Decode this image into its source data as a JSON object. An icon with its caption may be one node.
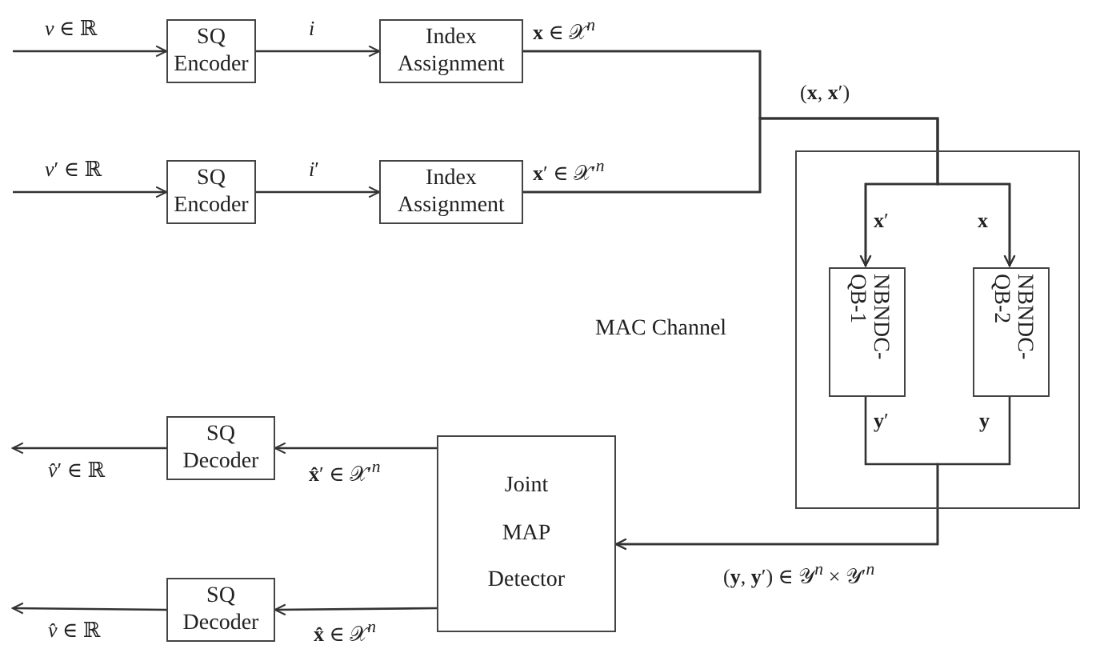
{
  "diagram": {
    "nodes": [
      {
        "text": [
          "SQ Encoder"
        ]
      },
      {
        "text": [
          "Index Assignment"
        ]
      },
      {
        "text": [
          "SQ Encoder"
        ]
      },
      {
        "text": [
          "Index Assignment"
        ]
      },
      {
        "text": [
          "MAC Channel"
        ]
      },
      {
        "text": [
          "NBNDC- QB-1"
        ],
        "in": 4
      },
      {
        "text": [
          "NBNDC- QB-2"
        ],
        "in": 4
      },
      {
        "text": [
          "Joint MAP Detector"
        ]
      },
      {
        "text": [
          "SQ Decoder"
        ]
      },
      {
        "text": [
          "SQ Decoder"
        ]
      }
    ],
    "edges": [
      {
        "from": null,
        "to": 0,
        "arrow": "to",
        "label": "*v* ∈ ℝ"
      },
      {
        "from": 0,
        "to": 1,
        "arrow": "to",
        "label": "*i*"
      },
      {
        "from": null,
        "to": 2,
        "arrow": "to",
        "label": "*v*′ ∈ ℝ"
      },
      {
        "from": 2,
        "to": 3,
        "arrow": "to",
        "label": "*i*′"
      },
      {
        "from": 1,
        "to": 5,
        "arrow": "to"
      },
      {
        "from": 1,
        "to": 6,
        "arrow": "to",
        "label": "**x** ∈ 𝒳$^{n}$"
      },
      {
        "from": 3,
        "to": 5,
        "arrow": "to",
        "label": "**x**′ ∈ 𝒳′$^{n}$"
      },
      {
        "from": 3,
        "to": 6,
        "arrow": "to"
      },
      {
        "from": 5,
        "to": 7,
        "arrow": "to"
      },
      {
        "from": 6,
        "to": 7,
        "arrow": "to"
      },
      {
        "from": 7,
        "to": 8,
        "arrow": "to",
        "label": "**x̂**′ ∈ 𝒳′$^{n}$"
      },
      {
        "from": 7,
        "to": 9,
        "arrow": "to",
        "label": "**x̂** ∈ 𝒳$^{n}$"
      },
      {
        "from": 8,
        "to": null,
        "arrow": "to",
        "label": "*v̂*′ ∈ ℝ"
      },
      {
        "from": 9,
        "to": null,
        "arrow": "to",
        "label": "*v̂* ∈ ℝ"
      }
    ],
    "labels": [
      "(**x**, **x**′)",
      "**x**′",
      "**x**",
      "**y**′",
      "**y**",
      "(**y**, **y**′) ∈ 𝒴$^{n}$ × 𝒴′$^{n}$"
    ]
  }
}
